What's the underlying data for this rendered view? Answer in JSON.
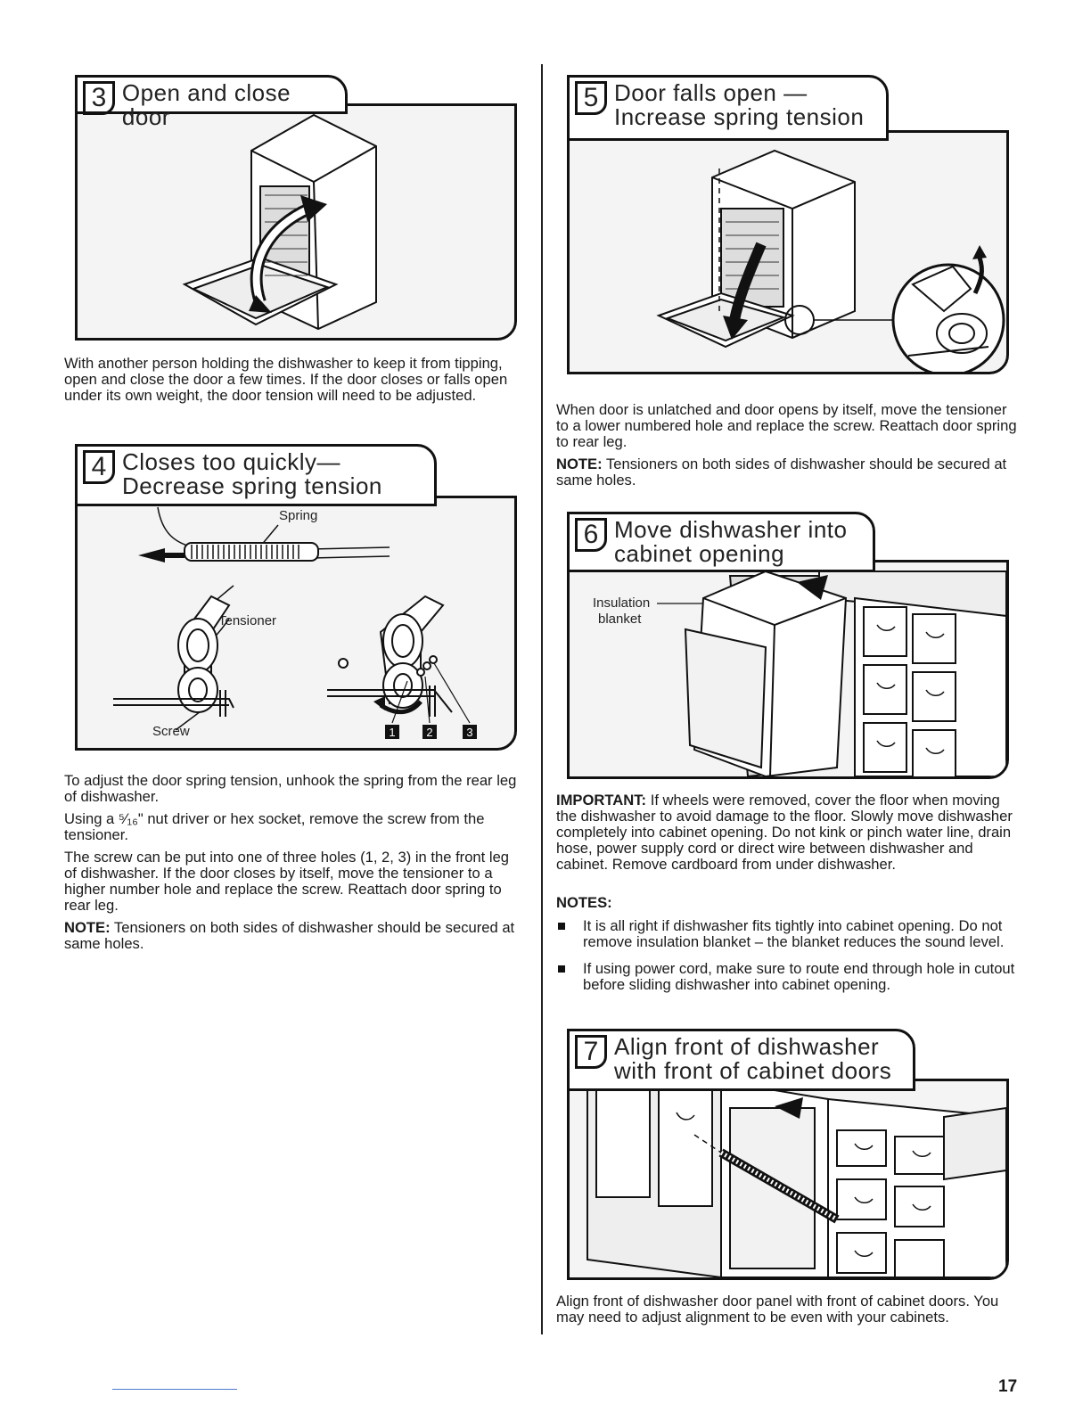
{
  "steps": [
    {
      "number": "3",
      "title": "Open and close door"
    },
    {
      "number": "4",
      "title": "Closes too quickly—\nDecrease spring tension",
      "labels": {
        "spring": "Spring",
        "tensioner": "Tensioner",
        "screw": "Screw"
      },
      "holes": [
        "1",
        "2",
        "3"
      ]
    },
    {
      "number": "5",
      "title": "Door falls open —\nIncrease spring tension"
    },
    {
      "number": "6",
      "title": "Move dishwasher into\ncabinet opening",
      "labels": {
        "insulation": "Insulation",
        "blanket": "blanket"
      }
    },
    {
      "number": "7",
      "title": "Align front of dishwasher\nwith front of cabinet doors"
    }
  ],
  "text": {
    "step3_body": "With another person holding the dishwasher to keep it from tipping, open and close the door a few times. If the door closes or falls open under its own weight, the door tension will need to be adjusted.",
    "step4_p1": "To adjust the door spring tension, unhook the spring from the rear leg of dishwasher.",
    "step4_p2": "Using a ⁵⁄₁₆\" nut driver or hex socket, remove the screw from the tensioner.",
    "step4_p3": "The screw can be put into one of three holes (1, 2, 3) in the front leg of dishwasher. If the door closes by itself, move the tensioner to a higher number hole and replace the screw. Reattach door spring to rear leg.",
    "note_label": "NOTE:",
    "step4_note": " Tensioners on both sides of dishwasher should be secured at same holes.",
    "step5_body": "When door is unlatched and door opens by itself, move the tensioner to a lower numbered hole and replace the screw. Reattach door spring to rear leg.",
    "step5_note": " Tensioners on both sides of dishwasher should be secured at same holes.",
    "important_label": "IMPORTANT:",
    "step6_important": " If wheels were removed, cover the floor when moving the dishwasher to avoid damage to the floor. Slowly move dishwasher completely into cabinet opening. Do not kink or pinch water line, drain hose, power supply cord or direct wire between dishwasher and cabinet. Remove cardboard from under dishwasher.",
    "notes_heading": "NOTES:",
    "notes": [
      "It is all right if dishwasher fits tightly into cabinet opening. Do not remove insulation blanket – the blanket reduces the sound level.",
      "If using power cord, make sure to route end through hole in cutout before sliding dishwasher into cabinet opening."
    ],
    "step7_body": "Align front of dishwasher door panel with front of cabinet doors. You may need to adjust alignment to be even with your cabinets."
  },
  "page_number": "17"
}
